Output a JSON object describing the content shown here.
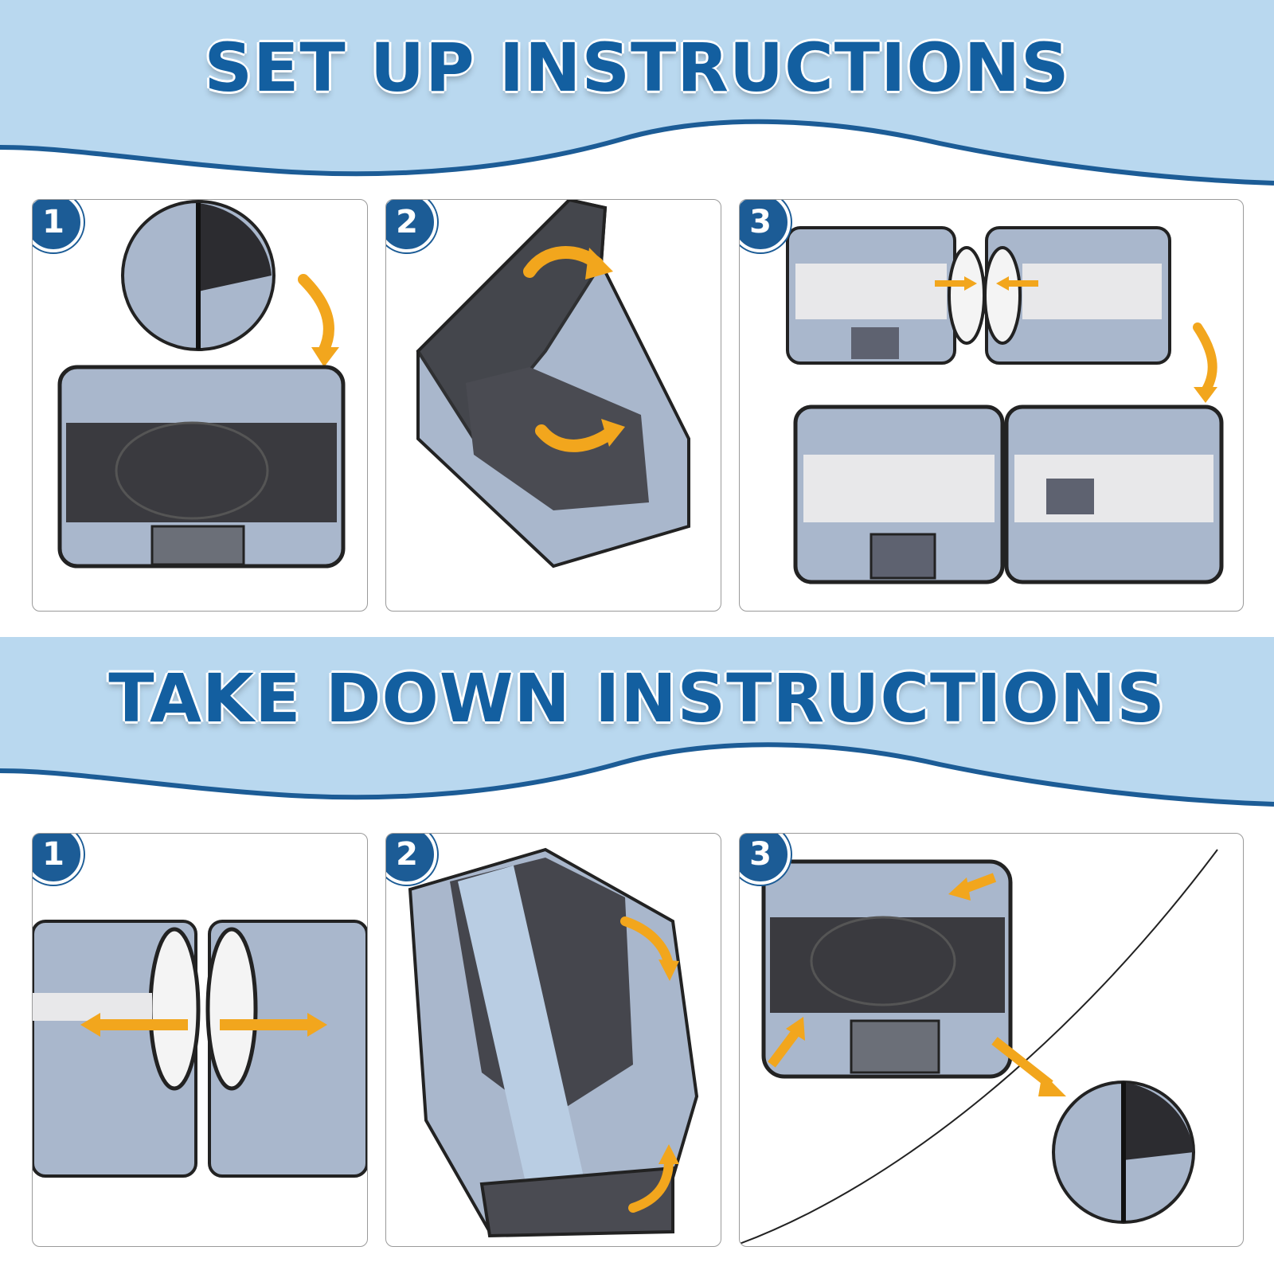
{
  "setup": {
    "title": "SET UP INSTRUCTIONS",
    "steps": [
      {
        "number": "1",
        "description_icon": "folded-round-pouch-and-opened-kennel"
      },
      {
        "number": "2",
        "description_icon": "unfolding-kennel"
      },
      {
        "number": "3",
        "description_icon": "joining-two-kennels"
      }
    ]
  },
  "takedown": {
    "title": "TAKE DOWN INSTRUCTIONS",
    "steps": [
      {
        "number": "1",
        "description_icon": "separating-two-kennels"
      },
      {
        "number": "2",
        "description_icon": "folding-kennel"
      },
      {
        "number": "3",
        "description_icon": "twisting-into-round-pouch"
      }
    ]
  },
  "colors": {
    "banner": "#b9d8ef",
    "wave": "#1c5c96",
    "title": "#135fa0",
    "badge": "#1c5c96",
    "fabric": "#9fb0c8",
    "mesh": "#3d3d42",
    "arrow": "#f2a61d"
  }
}
